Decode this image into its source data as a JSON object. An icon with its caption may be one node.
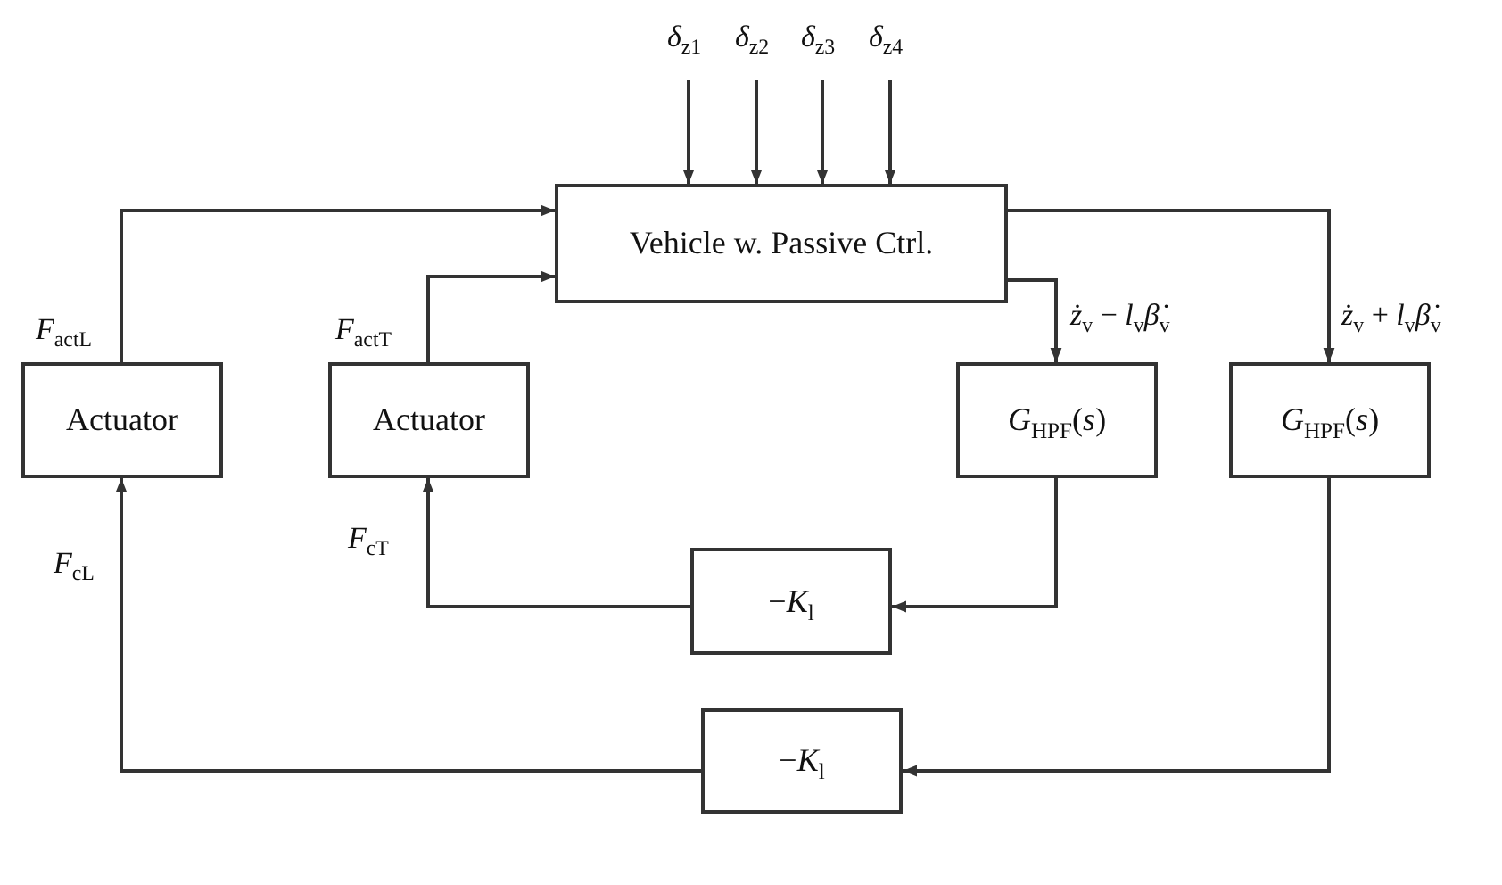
{
  "diagram": {
    "nodes": [
      {
        "text": [
          "Vehicle w. Passive Ctrl."
        ]
      },
      {
        "text": [
          "Actuator"
        ]
      },
      {
        "text": [
          "Actuator"
        ]
      },
      {
        "text": [
          "*G*$_{HPF}$(*s*)"
        ]
      },
      {
        "text": [
          "*G*$_{HPF}$(*s*)"
        ]
      },
      {
        "text": [
          "−*K*$_{l}$"
        ]
      },
      {
        "text": [
          "−*K*$_{l}$"
        ]
      }
    ],
    "edges": [
      {
        "from": null,
        "to": 0,
        "arrow": "to",
        "label": "*δ*$_{z1}$"
      },
      {
        "from": null,
        "to": 0,
        "arrow": "to",
        "label": "*δ*$_{z2}$"
      },
      {
        "from": null,
        "to": 0,
        "arrow": "to",
        "label": "*δ*$_{z3}$"
      },
      {
        "from": null,
        "to": 0,
        "arrow": "to",
        "label": "*δ*$_{z4}$"
      },
      {
        "from": 1,
        "to": 0,
        "arrow": "to",
        "label": "*F*$_{actL}$"
      },
      {
        "from": 2,
        "to": 0,
        "arrow": "to",
        "label": "*F*$_{actT}$"
      },
      {
        "from": 0,
        "to": 3,
        "arrow": "to",
        "label": "*ż*$_{v}$ − *l*$_{v}$*β̇*$_{v}$"
      },
      {
        "from": 0,
        "to": 4,
        "arrow": "to",
        "label": "*ż*$_{v}$ + *l*$_{v}$*β̇*$_{v}$"
      },
      {
        "from": 3,
        "to": 5,
        "arrow": "to"
      },
      {
        "from": 5,
        "to": 2,
        "arrow": "to",
        "label": "*F*$_{cT}$"
      },
      {
        "from": 4,
        "to": 6,
        "arrow": "to"
      },
      {
        "from": 6,
        "to": 1,
        "arrow": "to",
        "label": "*F*$_{cL}$"
      }
    ]
  }
}
